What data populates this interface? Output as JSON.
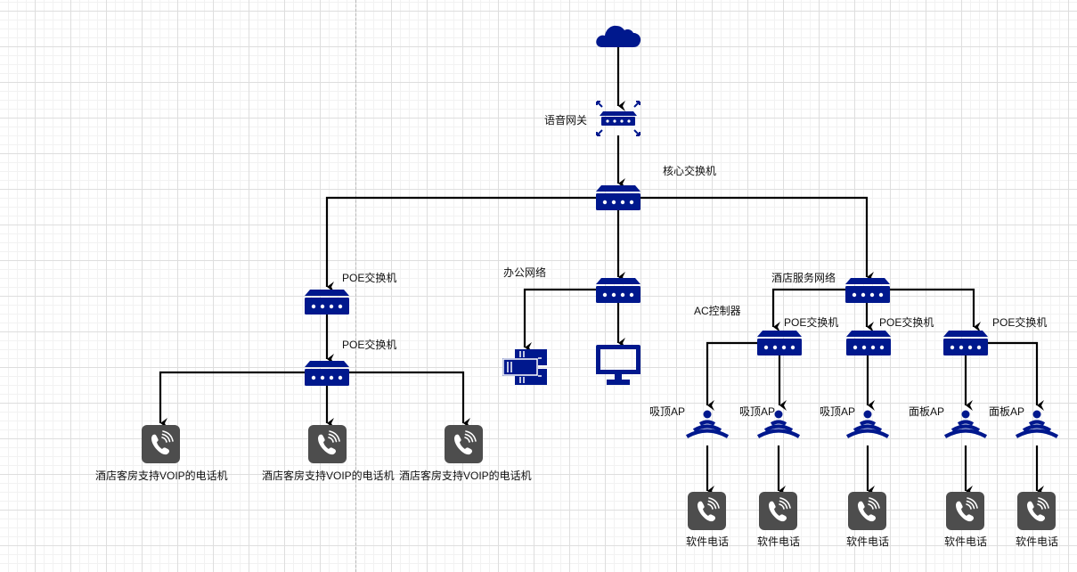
{
  "colors": {
    "icon_blue": "#00188d",
    "phone_gray": "#4d4d4d",
    "edge": "#000000"
  },
  "nodes": {
    "internet": {
      "icon": "cloud-icon"
    },
    "voice_gateway": {
      "label": "语音网关",
      "icon": "gateway-icon"
    },
    "core_switch": {
      "label": "核心交换机",
      "icon": "switch-icon"
    },
    "poe_switch_left_1": {
      "label": "POE交换机",
      "icon": "switch-icon"
    },
    "poe_switch_left_2": {
      "label": "POE交换机",
      "icon": "switch-icon"
    },
    "office_switch": {
      "label": "办公网络",
      "icon": "switch-icon"
    },
    "office_server": {
      "icon": "server-icon"
    },
    "office_monitor": {
      "icon": "monitor-icon"
    },
    "hotel_service_switch": {
      "label": "酒店服务网络",
      "icon": "switch-icon"
    },
    "ac_controller": {
      "label": "AC控制器"
    },
    "poe_switch_right_1": {
      "label": "POE交换机",
      "icon": "switch-icon"
    },
    "poe_switch_right_2": {
      "label": "POE交换机",
      "icon": "switch-icon"
    },
    "poe_switch_right_3": {
      "label": "POE交换机",
      "icon": "switch-icon"
    }
  },
  "room_phones": [
    {
      "label": "酒店客房支持VOIP的电话机",
      "icon": "voip-phone-icon"
    },
    {
      "label": "酒店客房支持VOIP的电话机",
      "icon": "voip-phone-icon"
    },
    {
      "label": "酒店客房支持VOIP的电话机",
      "icon": "voip-phone-icon"
    }
  ],
  "access_points": [
    {
      "label": "吸顶AP",
      "icon": "wifi-ap-icon"
    },
    {
      "label": "吸顶AP",
      "icon": "wifi-ap-icon"
    },
    {
      "label": "吸顶AP",
      "icon": "wifi-ap-icon"
    },
    {
      "label": "面板AP",
      "icon": "wifi-ap-icon"
    },
    {
      "label": "面板AP",
      "icon": "wifi-ap-icon"
    }
  ],
  "soft_phones": [
    {
      "label": "软件电话",
      "icon": "voip-phone-icon"
    },
    {
      "label": "软件电话",
      "icon": "voip-phone-icon"
    },
    {
      "label": "软件电话",
      "icon": "voip-phone-icon"
    },
    {
      "label": "软件电话",
      "icon": "voip-phone-icon"
    },
    {
      "label": "软件电话",
      "icon": "voip-phone-icon"
    }
  ]
}
